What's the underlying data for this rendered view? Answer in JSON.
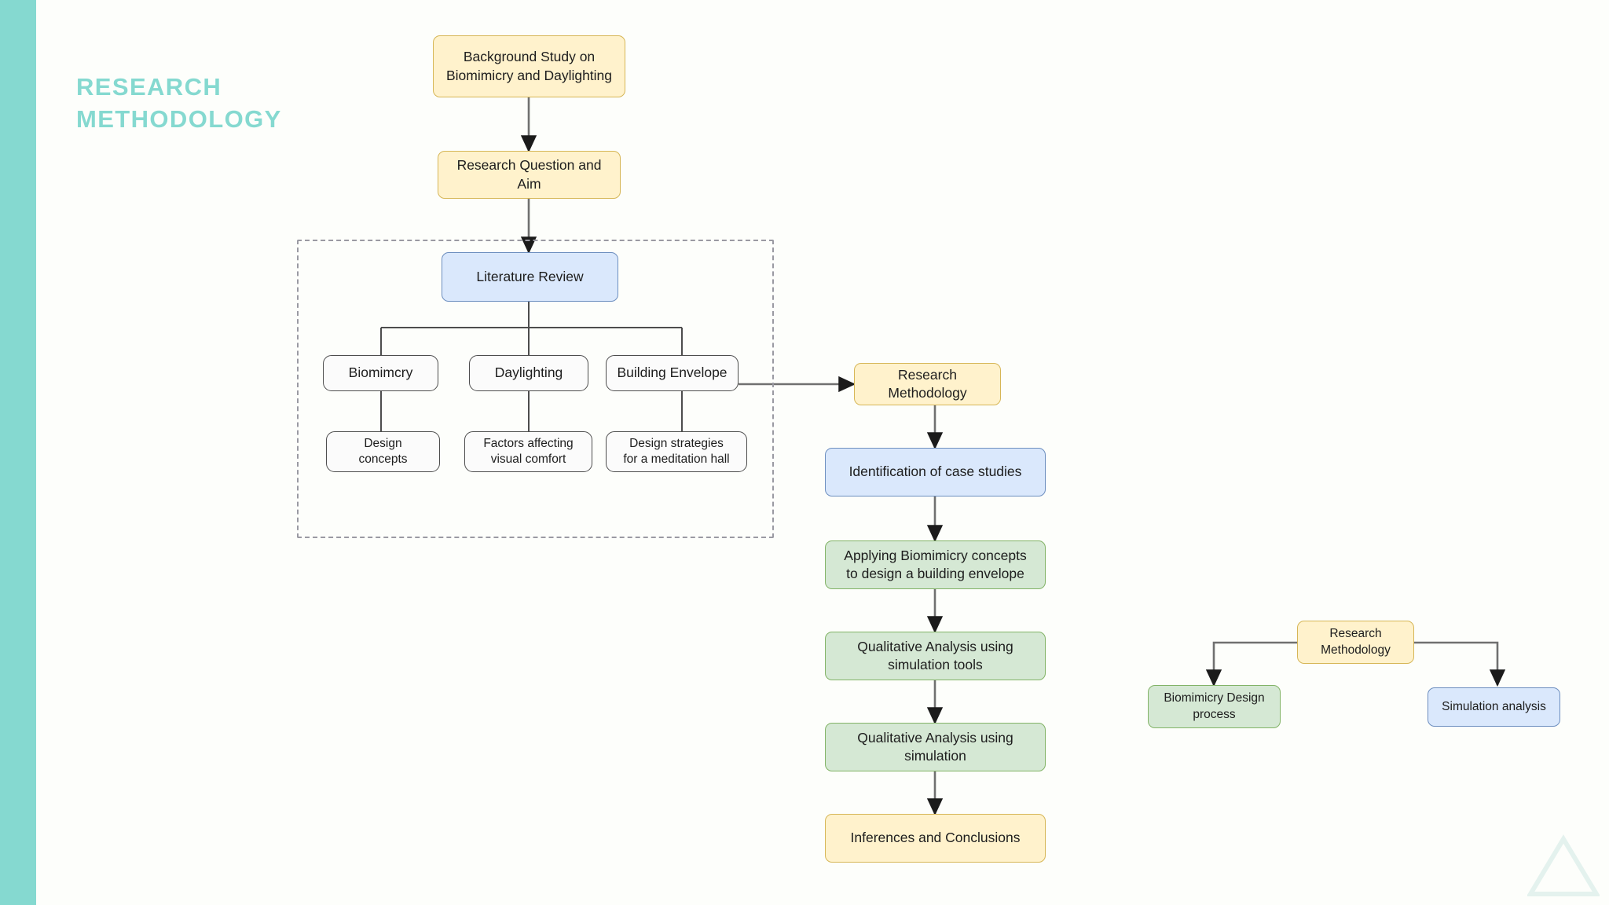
{
  "slide": {
    "title": "Research Methodology",
    "background_color": "#fdfefb",
    "accent_color": "#85d9d0",
    "decoration": "triangle-outline"
  },
  "diagram": {
    "type": "flowchart",
    "colors": {
      "yellow_fill": "#fff2cc",
      "yellow_stroke": "#d6b656",
      "blue_fill": "#dae8fc",
      "blue_stroke": "#6c8ebf",
      "green_fill": "#d5e8d4",
      "green_stroke": "#82b366",
      "white_fill": "#fbfbfb",
      "white_stroke": "#4d4d4d",
      "connector": "#707070",
      "group_border": "#9a9aa2"
    },
    "main_column": [
      {
        "id": "background-study",
        "label": "Background Study on\nBiomimicry and Daylighting",
        "style": "yellow"
      },
      {
        "id": "research-question",
        "label": "Research Question and\nAim",
        "style": "yellow"
      },
      {
        "id": "literature-review",
        "label": "Literature Review",
        "style": "blue"
      }
    ],
    "literature_children": [
      {
        "id": "biomimcry",
        "label": "Biomimcry",
        "style": "white"
      },
      {
        "id": "daylighting",
        "label": "Daylighting",
        "style": "white"
      },
      {
        "id": "building-envelope",
        "label": "Building Envelope",
        "style": "white"
      }
    ],
    "literature_leaves": [
      {
        "id": "design-concepts",
        "label": "Design\nconcepts",
        "style": "white"
      },
      {
        "id": "factors-visual",
        "label": "Factors affecting\nvisual comfort",
        "style": "white"
      },
      {
        "id": "design-strategies",
        "label": "Design strategies\nfor a meditation hall",
        "style": "white"
      }
    ],
    "method_column": [
      {
        "id": "research-methodology",
        "label": "Research\nMethodology",
        "style": "yellow"
      },
      {
        "id": "identification-cases",
        "label": "Identification of case studies",
        "style": "blue"
      },
      {
        "id": "applying-biomimicry",
        "label": "Applying Biomimicry concepts\nto design a building envelope",
        "style": "green"
      },
      {
        "id": "qualitative-tools",
        "label": "Qualitative Analysis using\nsimulation tools",
        "style": "green"
      },
      {
        "id": "qualitative-simulation",
        "label": "Qualitative Analysis using\nsimulation",
        "style": "green"
      },
      {
        "id": "inferences",
        "label": "Inferences and Conclusions",
        "style": "yellow"
      }
    ],
    "sub_diagram": {
      "root": {
        "id": "sub-research-methodology",
        "label": "Research\nMethodology",
        "style": "yellow"
      },
      "children": [
        {
          "id": "biomimicry-design-process",
          "label": "Biomimicry Design\nprocess",
          "style": "green"
        },
        {
          "id": "simulation-analysis",
          "label": "Simulation analysis",
          "style": "blue"
        }
      ]
    }
  }
}
